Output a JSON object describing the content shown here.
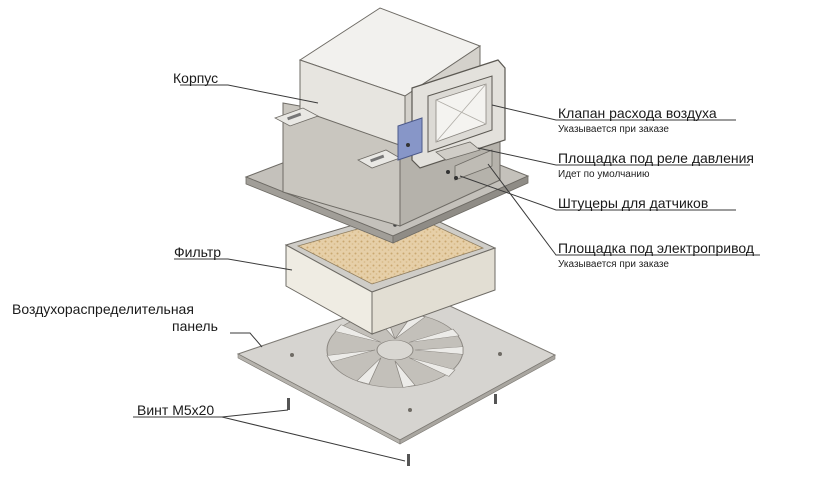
{
  "labels": {
    "korpus": "Корпус",
    "filter": "Фильтр",
    "panel_line1": "Воздухораспределительная",
    "panel_line2": "панель",
    "screw": "Винт М5х20",
    "valve": "Клапан расхода воздуха",
    "valve_note": "Указывается при заказе",
    "relay_pad": "Площадка под реле давления",
    "relay_note": "Идет по умолчанию",
    "fittings": "Штуцеры для датчиков",
    "actuator_pad": "Площадка под электропривод",
    "actuator_note": "Указывается при заказе"
  },
  "colors": {
    "housing_top": "#f2f1ee",
    "housing_side": "#c9c6bf",
    "housing_dark": "#9f9b93",
    "flange": "#b9b6b0",
    "filter_media": "#e2c9a0",
    "panel": "#d6d4d0",
    "valve_blue": "#8796c8",
    "line": "#3a3a3a"
  }
}
